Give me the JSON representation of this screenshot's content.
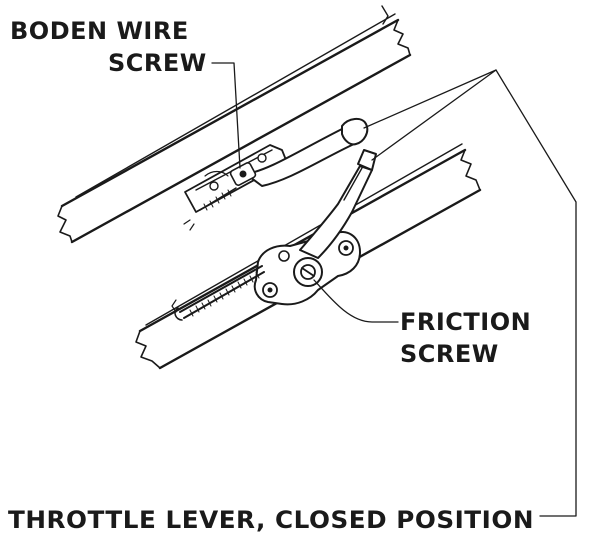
{
  "labels": {
    "boden_wire_line1": "BODEN WIRE",
    "boden_wire_line2": "SCREW",
    "friction_line1": "FRICTION",
    "friction_line2": "SCREW",
    "throttle": "THROTTLE LEVER, CLOSED POSITION"
  }
}
